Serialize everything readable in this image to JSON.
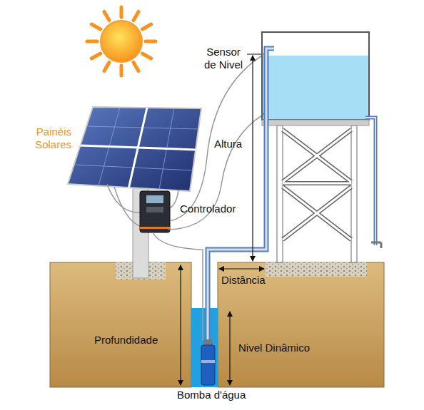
{
  "diagram": {
    "labels": [
      "Sensor de Nivel",
      "Painéis Solares",
      "Altura",
      "Controlador",
      "Distância",
      "Profundidade",
      "Nivel Dinâmico",
      "Bomba d'água"
    ]
  }
}
